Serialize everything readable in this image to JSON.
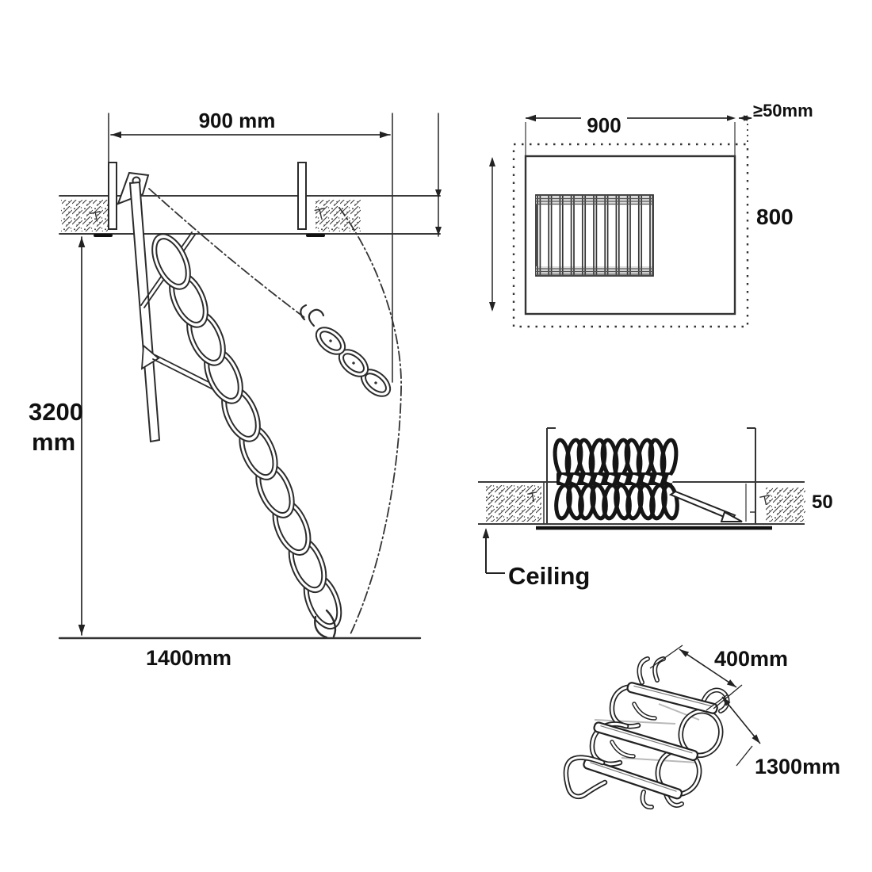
{
  "side_view": {
    "opening_width": "900 mm",
    "height_value": "3200",
    "height_unit": "mm",
    "floor_reach": "1400mm"
  },
  "plan_view": {
    "opening_width": "900",
    "min_clearance": "≥50mm",
    "opening_depth": "800"
  },
  "stowed_view": {
    "fold_thickness": "50",
    "ceiling_label": "Ceiling"
  },
  "step_detail": {
    "step_width": "400mm",
    "section_length": "1300mm"
  }
}
